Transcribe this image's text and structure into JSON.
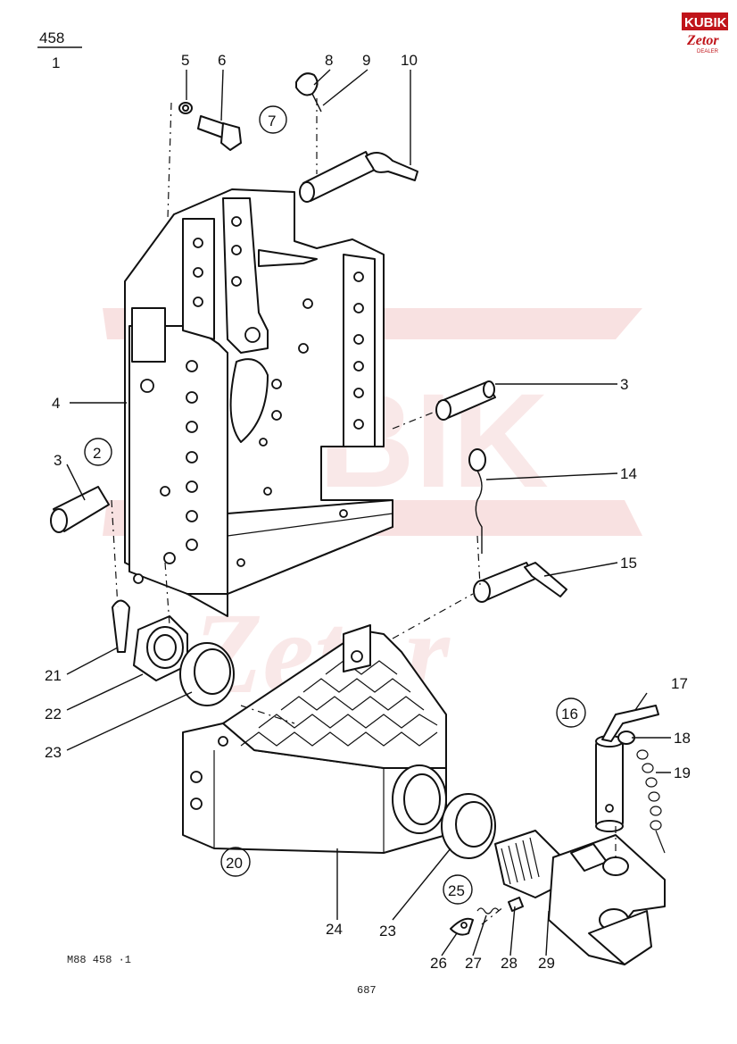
{
  "header": {
    "page_number": "458",
    "page_sub": "1"
  },
  "logo": {
    "brand": "KUBIK",
    "sub_brand": "Zetor",
    "tagline": "DEALER",
    "brand_color": "#c0141a"
  },
  "callouts": {
    "c2": "2",
    "c3a": "3",
    "c3b": "3",
    "c4": "4",
    "c5": "5",
    "c6": "6",
    "c7": "7",
    "c8": "8",
    "c9": "9",
    "c10": "10",
    "c14": "14",
    "c15": "15",
    "c16": "16",
    "c17": "17",
    "c18": "18",
    "c19": "19",
    "c20": "20",
    "c21": "21",
    "c22": "22",
    "c23a": "23",
    "c23b": "23",
    "c24": "24",
    "c25": "25",
    "c26": "26",
    "c27": "27",
    "c28": "28",
    "c29": "29"
  },
  "footer": {
    "drawing_code": "M88  458 ·1",
    "page": "687"
  },
  "watermark": {
    "text": "KUBIK",
    "script": "Zetor",
    "color": "#f3c9c9"
  }
}
